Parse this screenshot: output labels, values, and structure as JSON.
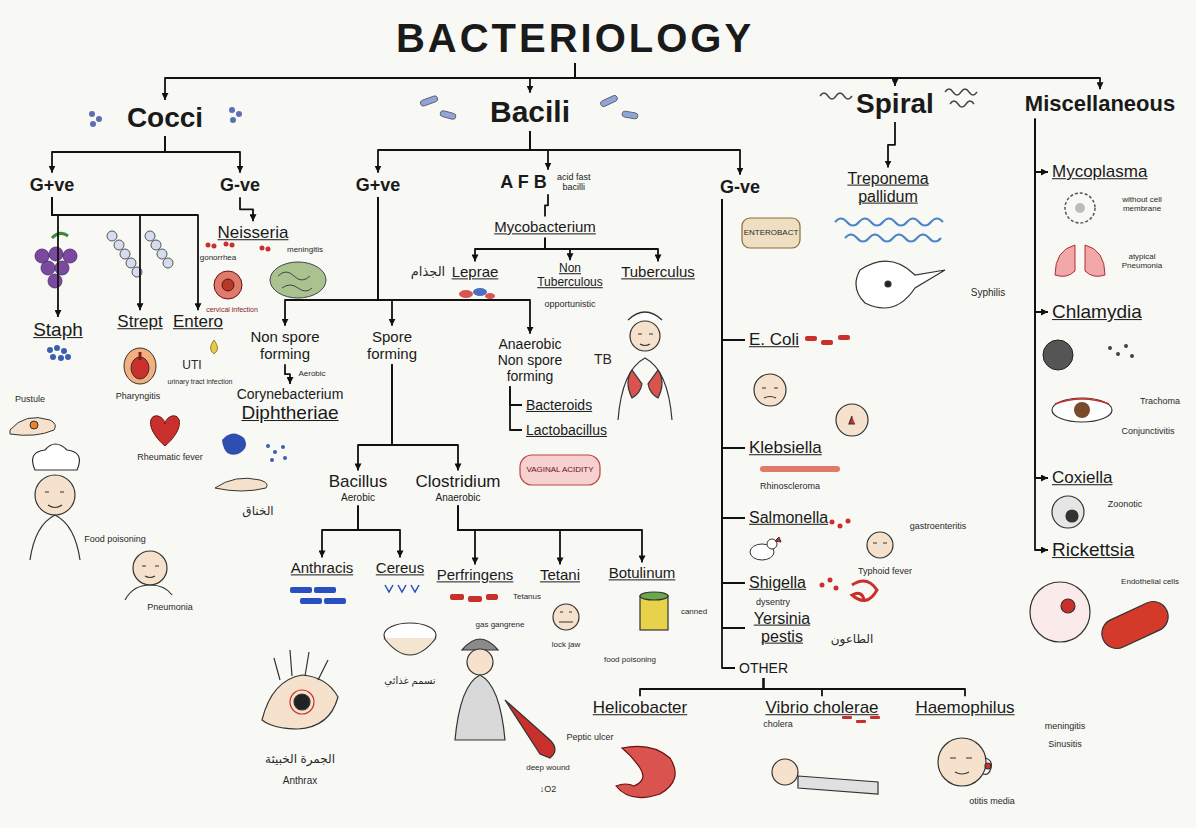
{
  "diagram": {
    "nodes": [
      {
        "text": [
          "BACTERIOLOGY"
        ]
      },
      {
        "text": [
          "Cocci"
        ]
      },
      {
        "text": [
          "Bacili"
        ]
      },
      {
        "text": [
          "Spiral"
        ]
      },
      {
        "text": [
          "Miscellaneous"
        ]
      },
      {
        "text": [
          "G+ve"
        ]
      },
      {
        "text": [
          "G-ve"
        ]
      },
      {
        "text": [
          "Staph"
        ]
      },
      {
        "text": [
          "Strept"
        ]
      },
      {
        "text": [
          "Entero"
        ]
      },
      {
        "text": [
          "Neisseria"
        ]
      },
      {
        "text": [
          "G+ve"
        ]
      },
      {
        "text": [
          "A F B",
          "acid fast bacilli"
        ]
      },
      {
        "text": [
          "G-ve"
        ]
      },
      {
        "text": [
          "Mycobacterium"
        ]
      },
      {
        "text": [
          "Leprae"
        ]
      },
      {
        "text": [
          "Non Tuberculous"
        ]
      },
      {
        "text": [
          "Tuberculus"
        ]
      },
      {
        "text": [
          "Non spore forming"
        ]
      },
      {
        "text": [
          "Spore forming"
        ]
      },
      {
        "text": [
          "Anaerobic Non spore forming"
        ]
      },
      {
        "text": [
          "Bacteroids"
        ]
      },
      {
        "text": [
          "Lactobacillus"
        ]
      },
      {
        "text": [
          "Corynebacterium",
          "Diphtheriae"
        ]
      },
      {
        "text": [
          "Bacillus",
          "Aerobic"
        ]
      },
      {
        "text": [
          "Clostridium",
          "Anaerobic"
        ]
      },
      {
        "text": [
          "Anthracis"
        ]
      },
      {
        "text": [
          "Cereus"
        ]
      },
      {
        "text": [
          "Perfringens"
        ]
      },
      {
        "text": [
          "Tetani"
        ]
      },
      {
        "text": [
          "Botulinum"
        ]
      },
      {
        "text": [
          "E. Coli"
        ]
      },
      {
        "text": [
          "Klebsiella"
        ]
      },
      {
        "text": [
          "Salmonella"
        ]
      },
      {
        "text": [
          "Shigella"
        ]
      },
      {
        "text": [
          "Yersinia pestis"
        ]
      },
      {
        "text": [
          "OTHER"
        ]
      },
      {
        "text": [
          "Helicobacter"
        ]
      },
      {
        "text": [
          "Vibrio cholerae"
        ]
      },
      {
        "text": [
          "Haemophilus"
        ]
      },
      {
        "text": [
          "Treponema pallidum"
        ]
      },
      {
        "text": [
          "Mycoplasma"
        ]
      },
      {
        "text": [
          "Chlamydia"
        ]
      },
      {
        "text": [
          "Coxiella"
        ]
      },
      {
        "text": [
          "Rickettsia"
        ]
      }
    ],
    "edges": [
      {
        "from": 0,
        "to": 1,
        "arrow": "to"
      },
      {
        "from": 0,
        "to": 2,
        "arrow": "to"
      },
      {
        "from": 0,
        "to": 3,
        "arrow": "to"
      },
      {
        "from": 0,
        "to": 4,
        "arrow": "to"
      },
      {
        "from": 1,
        "to": 5,
        "arrow": "to"
      },
      {
        "from": 1,
        "to": 6,
        "arrow": "to"
      },
      {
        "from": 2,
        "to": 11,
        "arrow": "to"
      },
      {
        "from": 2,
        "to": 12,
        "arrow": "to"
      },
      {
        "from": 2,
        "to": 13,
        "arrow": "to"
      },
      {
        "from": 3,
        "to": 40,
        "arrow": "to"
      },
      {
        "from": 4,
        "to": 41,
        "arrow": "to"
      },
      {
        "from": 4,
        "to": 42,
        "arrow": "to"
      },
      {
        "from": 4,
        "to": 43,
        "arrow": "to"
      },
      {
        "from": 4,
        "to": 44,
        "arrow": "to"
      },
      {
        "from": 5,
        "to": 7,
        "arrow": "to"
      },
      {
        "from": 5,
        "to": 8,
        "arrow": "to"
      },
      {
        "from": 5,
        "to": 9,
        "arrow": "to"
      },
      {
        "from": 6,
        "to": 10,
        "arrow": "to"
      },
      {
        "from": 11,
        "to": 18,
        "arrow": "to"
      },
      {
        "from": 11,
        "to": 19,
        "arrow": "to"
      },
      {
        "from": 11,
        "to": 20,
        "arrow": "to"
      },
      {
        "from": 12,
        "to": 14,
        "arrow": "none"
      },
      {
        "from": 14,
        "to": 15,
        "arrow": "to"
      },
      {
        "from": 14,
        "to": 16,
        "arrow": "to"
      },
      {
        "from": 14,
        "to": 17,
        "arrow": "to"
      },
      {
        "from": 18,
        "to": 23,
        "arrow": "to"
      },
      {
        "from": 19,
        "to": 24,
        "arrow": "to"
      },
      {
        "from": 19,
        "to": 25,
        "arrow": "to"
      },
      {
        "from": 20,
        "to": 21,
        "arrow": "none"
      },
      {
        "from": 20,
        "to": 22,
        "arrow": "none"
      },
      {
        "from": 24,
        "to": 26,
        "arrow": "to"
      },
      {
        "from": 24,
        "to": 27,
        "arrow": "to"
      },
      {
        "from": 25,
        "to": 28,
        "arrow": "to"
      },
      {
        "from": 25,
        "to": 29,
        "arrow": "to"
      },
      {
        "from": 25,
        "to": 30,
        "arrow": "to"
      },
      {
        "from": 13,
        "to": 31,
        "arrow": "none"
      },
      {
        "from": 13,
        "to": 32,
        "arrow": "none"
      },
      {
        "from": 13,
        "to": 33,
        "arrow": "none"
      },
      {
        "from": 13,
        "to": 34,
        "arrow": "none"
      },
      {
        "from": 13,
        "to": 35,
        "arrow": "none"
      },
      {
        "from": 13,
        "to": 36,
        "arrow": "none"
      },
      {
        "from": 36,
        "to": 37,
        "arrow": "none"
      },
      {
        "from": 36,
        "to": 38,
        "arrow": "none"
      },
      {
        "from": 36,
        "to": 39,
        "arrow": "none"
      }
    ],
    "labels": [
      "gonorrhea",
      "meningitis",
      "cervical infection",
      "Pustule",
      "Pharyngitis",
      "UTI",
      "urinary tract infection",
      "Rheumatic fever",
      "Food poisoning",
      "Pneumonia",
      "الجذام",
      "opportunistic",
      "TB",
      "Aerobic",
      "الخناق",
      "VAGINAL ACIDITY",
      "الجمرة الخبيثة",
      "Anthrax",
      "تسمم غذائي",
      "gas gangrene",
      "deep wound",
      "↓O2",
      "Tetanus",
      "lock jaw",
      "canned",
      "food poisoning",
      "ENTEROBACT",
      "Rhinoscleroma",
      "gastroenteritis",
      "Typhoid fever",
      "dysentry",
      "الطاعون",
      "Peptic ulcer",
      "cholera",
      "meningitis",
      "Sinusitis",
      "otitis media",
      "Syphilis",
      "without cell membrane",
      "atypical Pneumonia",
      "Trachoma",
      "Conjunctivitis",
      "Zoonotic",
      "Endothelial cells"
    ]
  }
}
